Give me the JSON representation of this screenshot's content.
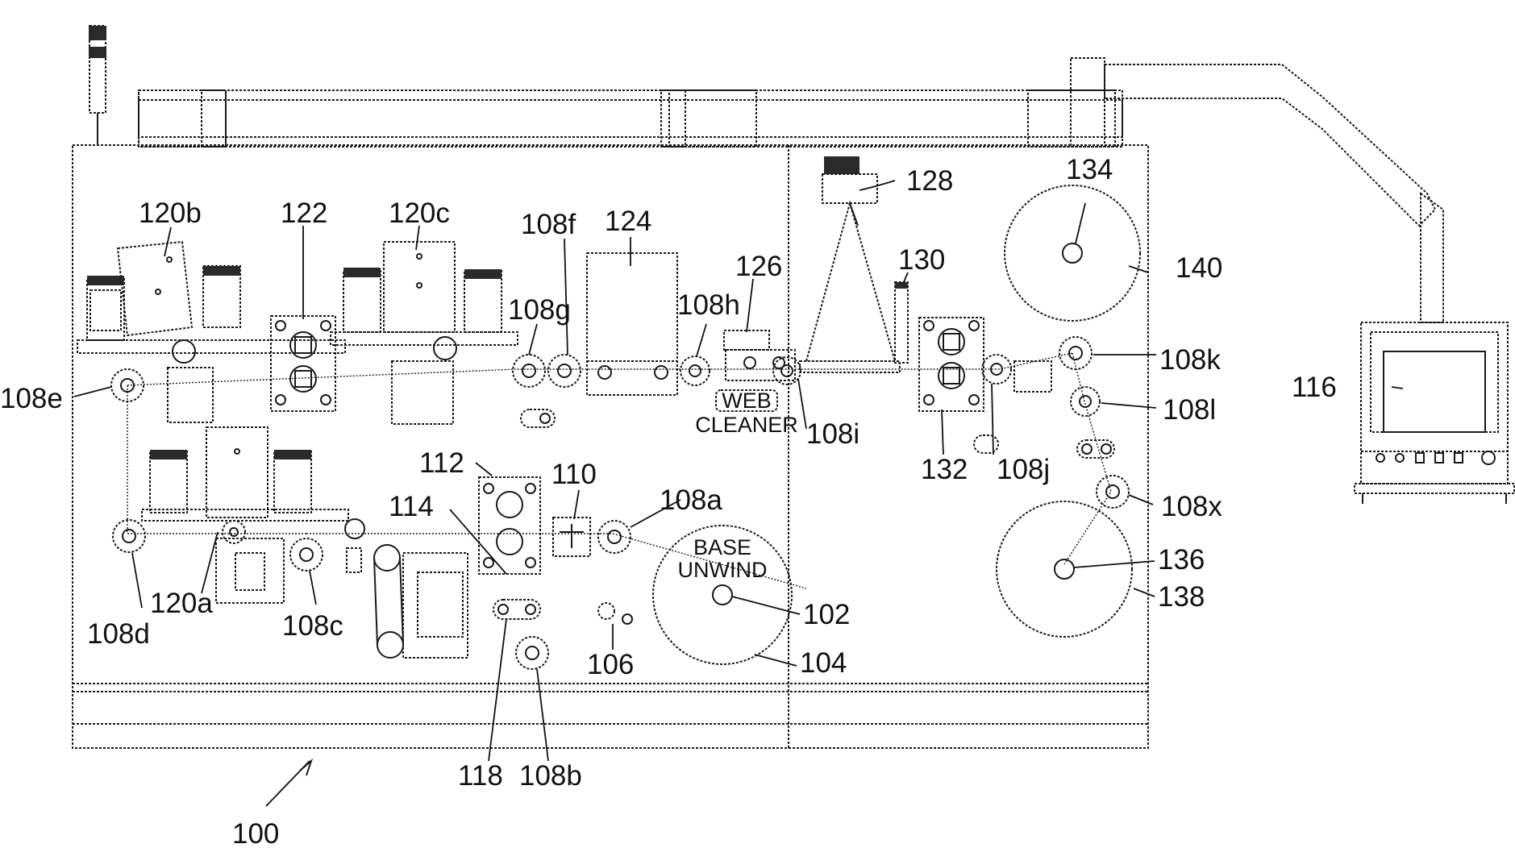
{
  "figure": {
    "reference": "100",
    "text_boxes": {
      "base_unwind": [
        "BASE",
        "UNWIND"
      ],
      "web_cleaner": [
        "WEB",
        "CLEANER"
      ]
    },
    "labels": {
      "l102": "102",
      "l104": "104",
      "l106": "106",
      "l110": "110",
      "l112": "112",
      "l114": "114",
      "l116": "116",
      "l118": "118",
      "l120a": "120a",
      "l120b": "120b",
      "l120c": "120c",
      "l122": "122",
      "l124": "124",
      "l126": "126",
      "l128": "128",
      "l130": "130",
      "l132": "132",
      "l134": "134",
      "l136": "136",
      "l138": "138",
      "l140": "140",
      "l108a": "108a",
      "l108b": "108b",
      "l108c": "108c",
      "l108d": "108d",
      "l108e": "108e",
      "l108f": "108f",
      "l108g": "108g",
      "l108h": "108h",
      "l108i": "108i",
      "l108j": "108j",
      "l108k": "108k",
      "l108l": "108l",
      "l108x": "108x"
    }
  },
  "colors": {
    "line": "#1a1a1a",
    "background": "#ffffff"
  }
}
